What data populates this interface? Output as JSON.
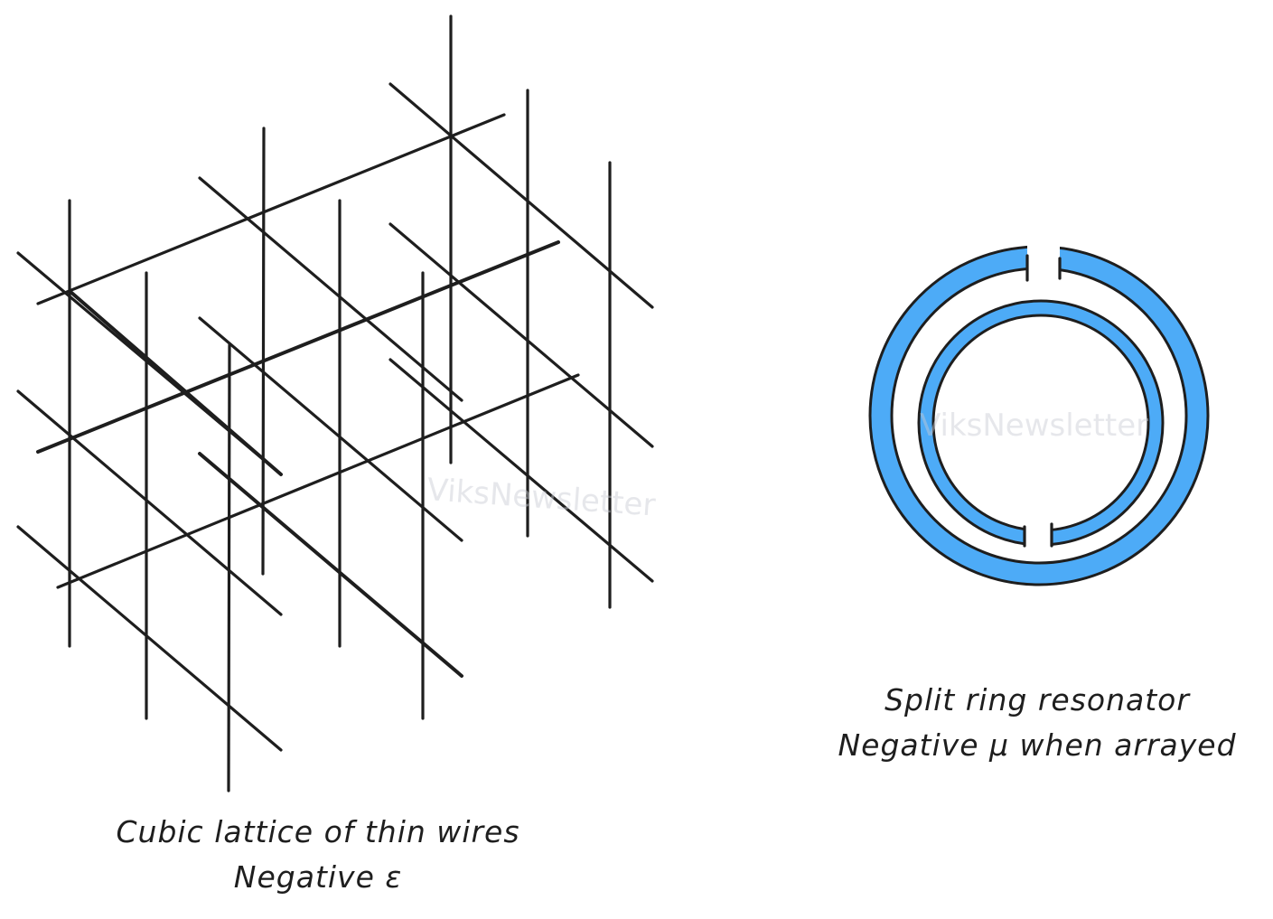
{
  "lattice": {
    "caption_line1": "Cubic lattice of thin wires",
    "caption_line2": "Negative ε"
  },
  "resonator": {
    "caption_line1": "Split ring resonator",
    "caption_line2": "Negative μ when arrayed",
    "ring_color": "#4dabf7",
    "outline_color": "#1e1e1e"
  },
  "watermark": "ViksNewsletter"
}
